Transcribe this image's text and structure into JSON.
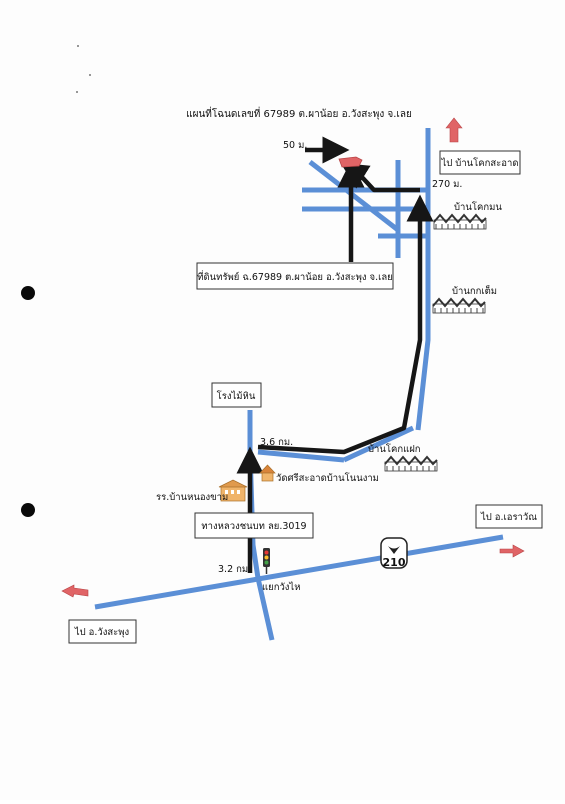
{
  "title": "แผนที่โฉนดเลขที่ 67989 ต.ผาน้อย อ.วังสะพุง จ.เลย",
  "property_label": "ที่ดินทรัพย์ ฉ.67989 ต.ผาน้อย อ.วังสะพุง จ.เลย",
  "labels": {
    "to_ban_khok_sa_at": "ไป บ้านโคกสะอาด",
    "to_erawan": "ไป อ.เอราวัณ",
    "to_wang_saphung": "ไป อ.วังสะพุง",
    "sawmill": "โรงไม้หิน",
    "rural_road": "ทางหลวงชนบท ลย.3019",
    "school": "รร.บ้านหนองขาม",
    "temple": "วัดศรีสะอาดบ้านโนนงาม",
    "junction": "แยกวังไห",
    "ban_khok_mon": "บ้านโคกมน",
    "ban_kok_tem": "บ้านกกเต็ม",
    "ban_khok_faek": "บ้านโคกแฝก",
    "route_number": "210"
  },
  "distances": {
    "d_50m": "50 ม.",
    "d_270m": "270 ม.",
    "d_3_6km": "3.6 กม.",
    "d_3_2km": "3.2 กม."
  },
  "colors": {
    "road": "#5b8fd6",
    "route": "#161616",
    "arrow": "#e06466",
    "target": "#e06466",
    "building": "#f0b46a"
  }
}
